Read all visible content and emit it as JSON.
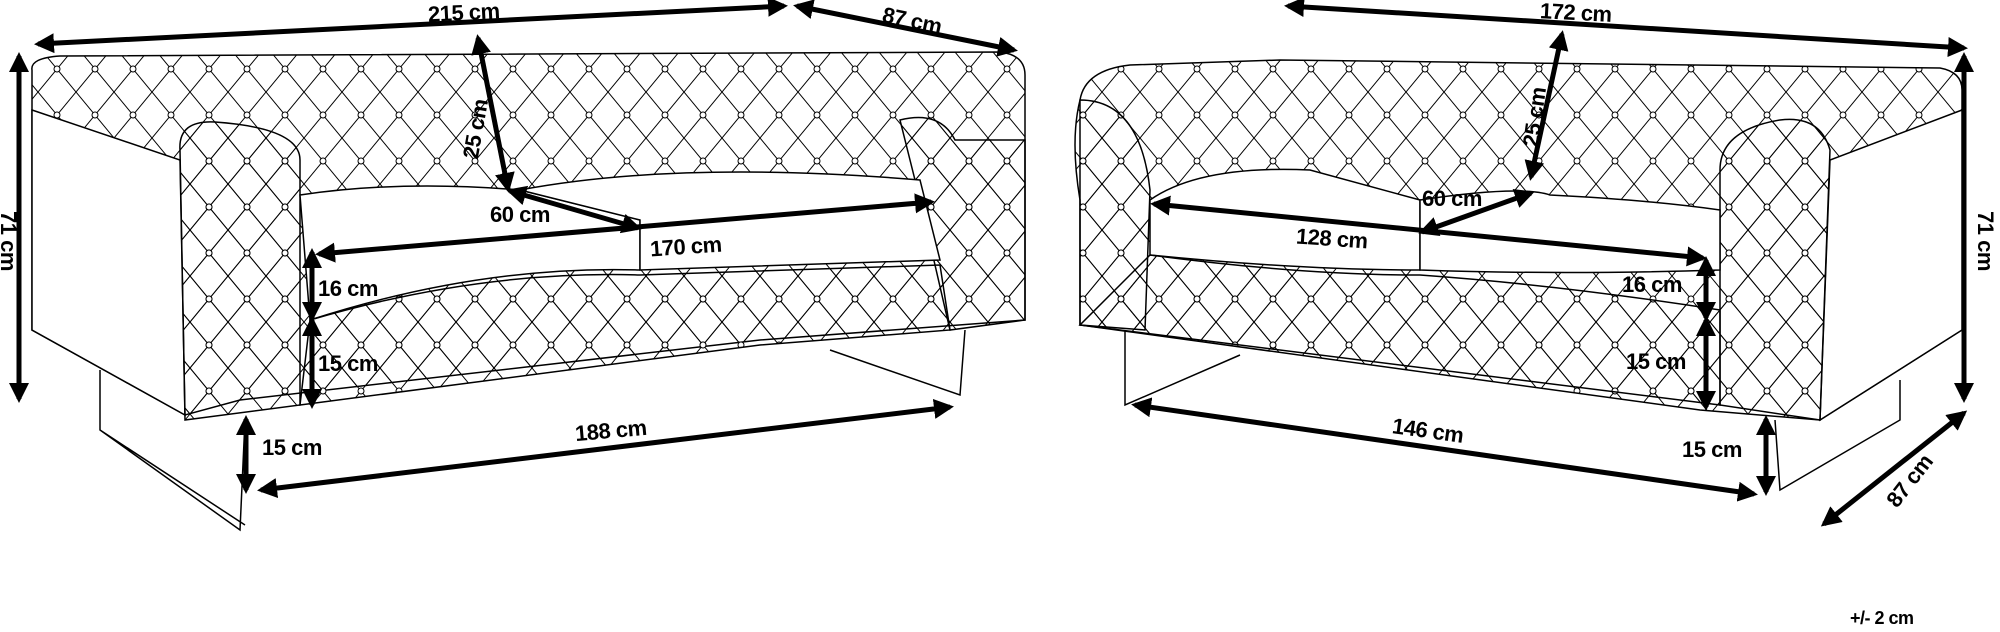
{
  "left_sofa": {
    "width": "215 cm",
    "depth": "87 cm",
    "height": "71 cm",
    "backrest_height": "25 cm",
    "seat_depth": "60 cm",
    "seat_width": "170 cm",
    "seat_cushion_height": "16 cm",
    "seat_base_height": "15 cm",
    "base_width": "188 cm",
    "leg_height": "15 cm"
  },
  "right_sofa": {
    "width": "172 cm",
    "depth": "87 cm",
    "height": "71 cm",
    "backrest_height": "25 cm",
    "seat_depth": "60 cm",
    "seat_width": "128 cm",
    "seat_cushion_height": "16 cm",
    "seat_base_height": "15 cm",
    "base_width": "146 cm",
    "leg_height": "15 cm"
  },
  "tolerance": "+/- 2 cm",
  "colors": {
    "line": "#000000",
    "background": "#ffffff"
  }
}
